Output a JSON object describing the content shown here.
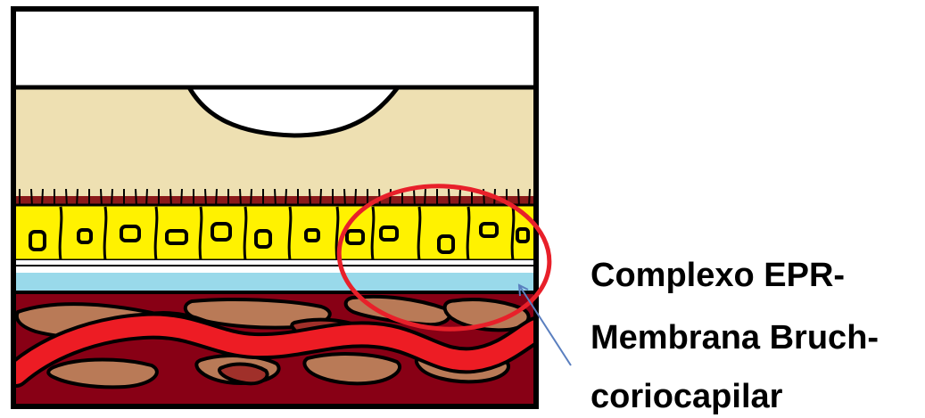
{
  "annotation": {
    "lines": [
      "Complexo EPR-",
      "Membrana Bruch-",
      "coriocapilar"
    ]
  },
  "colors": {
    "outline": "#000000",
    "vitreous": "#ffffff",
    "retina": "#eee0b2",
    "photoreceptor_tips": "#8b1a1a",
    "rpe_cells": "#fff200",
    "bruch_membrane": "#99d9ea",
    "choroid_dark": "#880015",
    "choroid_light": "#b97a57",
    "choroid_mid": "#a0302a",
    "capillary": "#ed1c24",
    "highlight_circle": "#e8202a",
    "pointer_arrow": "#5a7fbf"
  },
  "icons": {
    "highlight": "red-ellipse-highlight",
    "pointer": "thin-arrow-pointer"
  }
}
